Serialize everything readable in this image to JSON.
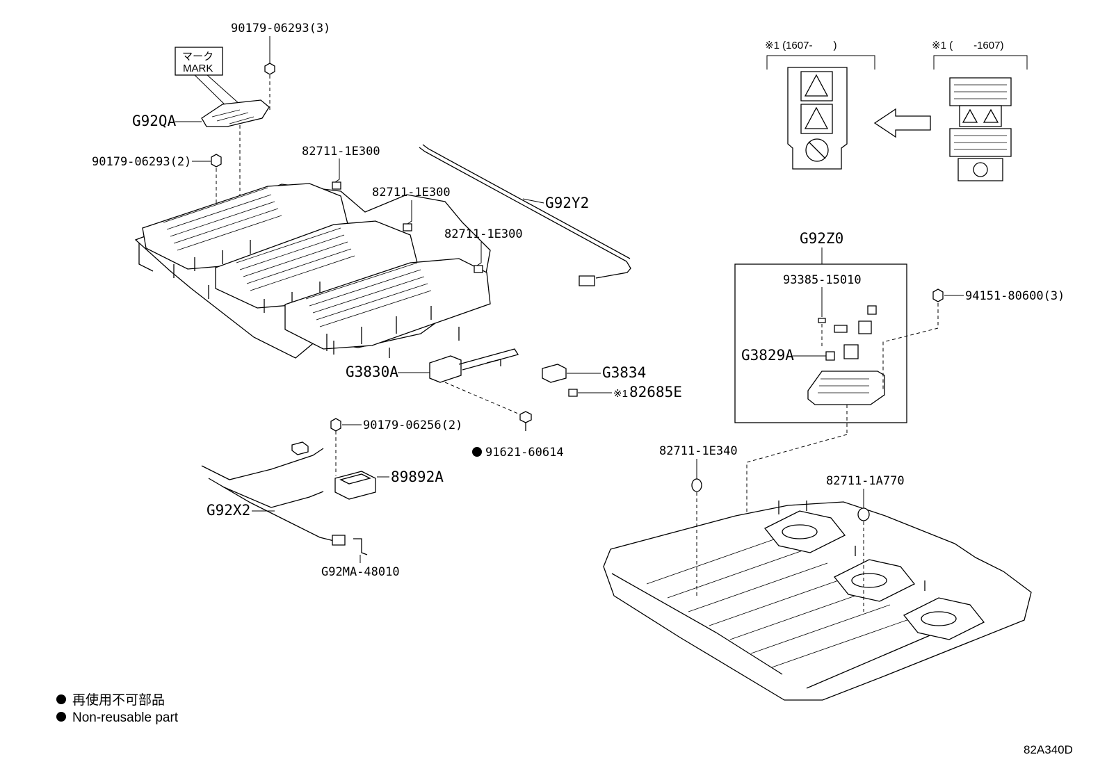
{
  "parts": {
    "p_90179_06293_3": "90179-06293(3)",
    "mark_ja": "マーク",
    "mark_en": "MARK",
    "g92qa": "G92QA",
    "p_90179_06293_2": "90179-06293(2)",
    "p_82711_1e300_a": "82711-1E300",
    "p_82711_1e300_b": "82711-1E300",
    "p_82711_1e300_c": "82711-1E300",
    "g92y2": "G92Y2",
    "g3830a": "G3830A",
    "g3834": "G3834",
    "p_82685e_note": "※1",
    "p_82685e": "82685E",
    "p_90179_06256_2": "90179-06256(2)",
    "p_91621_60614": "91621-60614",
    "p_89892a": "89892A",
    "g92x2": "G92X2",
    "g92ma_48010": "G92MA-48010",
    "g92z0": "G92Z0",
    "p_93385_15010": "93385-15010",
    "g3829a": "G3829A",
    "p_94151_80600_3": "94151-80600(3)",
    "p_82711_1e340": "82711-1E340",
    "p_82711_1a770": "82711-1A770"
  },
  "label_variants": {
    "new_label": "※1 (1607-　　)",
    "old_label": "※1 (　　-1607)"
  },
  "legend": {
    "ja": "再使用不可部品",
    "en": "Non-reusable part"
  },
  "figure_code": "82A340D"
}
